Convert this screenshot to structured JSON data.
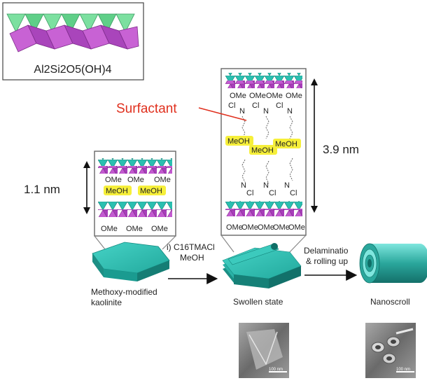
{
  "structure_box": {
    "formula": "Al2Si2O5(OH)4"
  },
  "left_stack": {
    "spacing_label": "1.1 nm",
    "ome_labels": [
      "OMe",
      "OMe",
      "OMe",
      "OMe",
      "OMe",
      "OMe"
    ],
    "meoh_labels": [
      "MeOH",
      "MeOH"
    ],
    "caption_line1": "Methoxy-modified",
    "caption_line2": "kaolinite"
  },
  "middle_stack": {
    "spacing_label": "3.9 nm",
    "surfactant_label": "Surfactant",
    "ome_top": [
      "OMe",
      "OMe",
      "OMe",
      "OMe"
    ],
    "ome_bottom": [
      "OMe",
      "OMe",
      "OMe",
      "OMe",
      "OMe"
    ],
    "cl_top": [
      "Cl",
      "Cl",
      "Cl"
    ],
    "cl_bottom": [
      "Cl",
      "Cl",
      "Cl"
    ],
    "n_plus": [
      "N",
      "N",
      "N",
      "N",
      "N",
      "N"
    ],
    "meoh_labels": [
      "MeOH",
      "MeOH",
      "MeOH"
    ],
    "caption": "Swollen state"
  },
  "step1": {
    "line1": "i) C16TMACl",
    "line2": "MeOH"
  },
  "step2": {
    "line1": "Delaminatio",
    "line2": "& rolling up"
  },
  "right": {
    "caption": "Nanoscroll"
  },
  "micrographs": {
    "scale_left": "100 nm",
    "scale_right": "100 nm"
  },
  "colors": {
    "teal": "#2ec4b6",
    "magenta": "#c85bd0",
    "green": "#7be0a0",
    "surfactant_red": "#e0301e"
  }
}
